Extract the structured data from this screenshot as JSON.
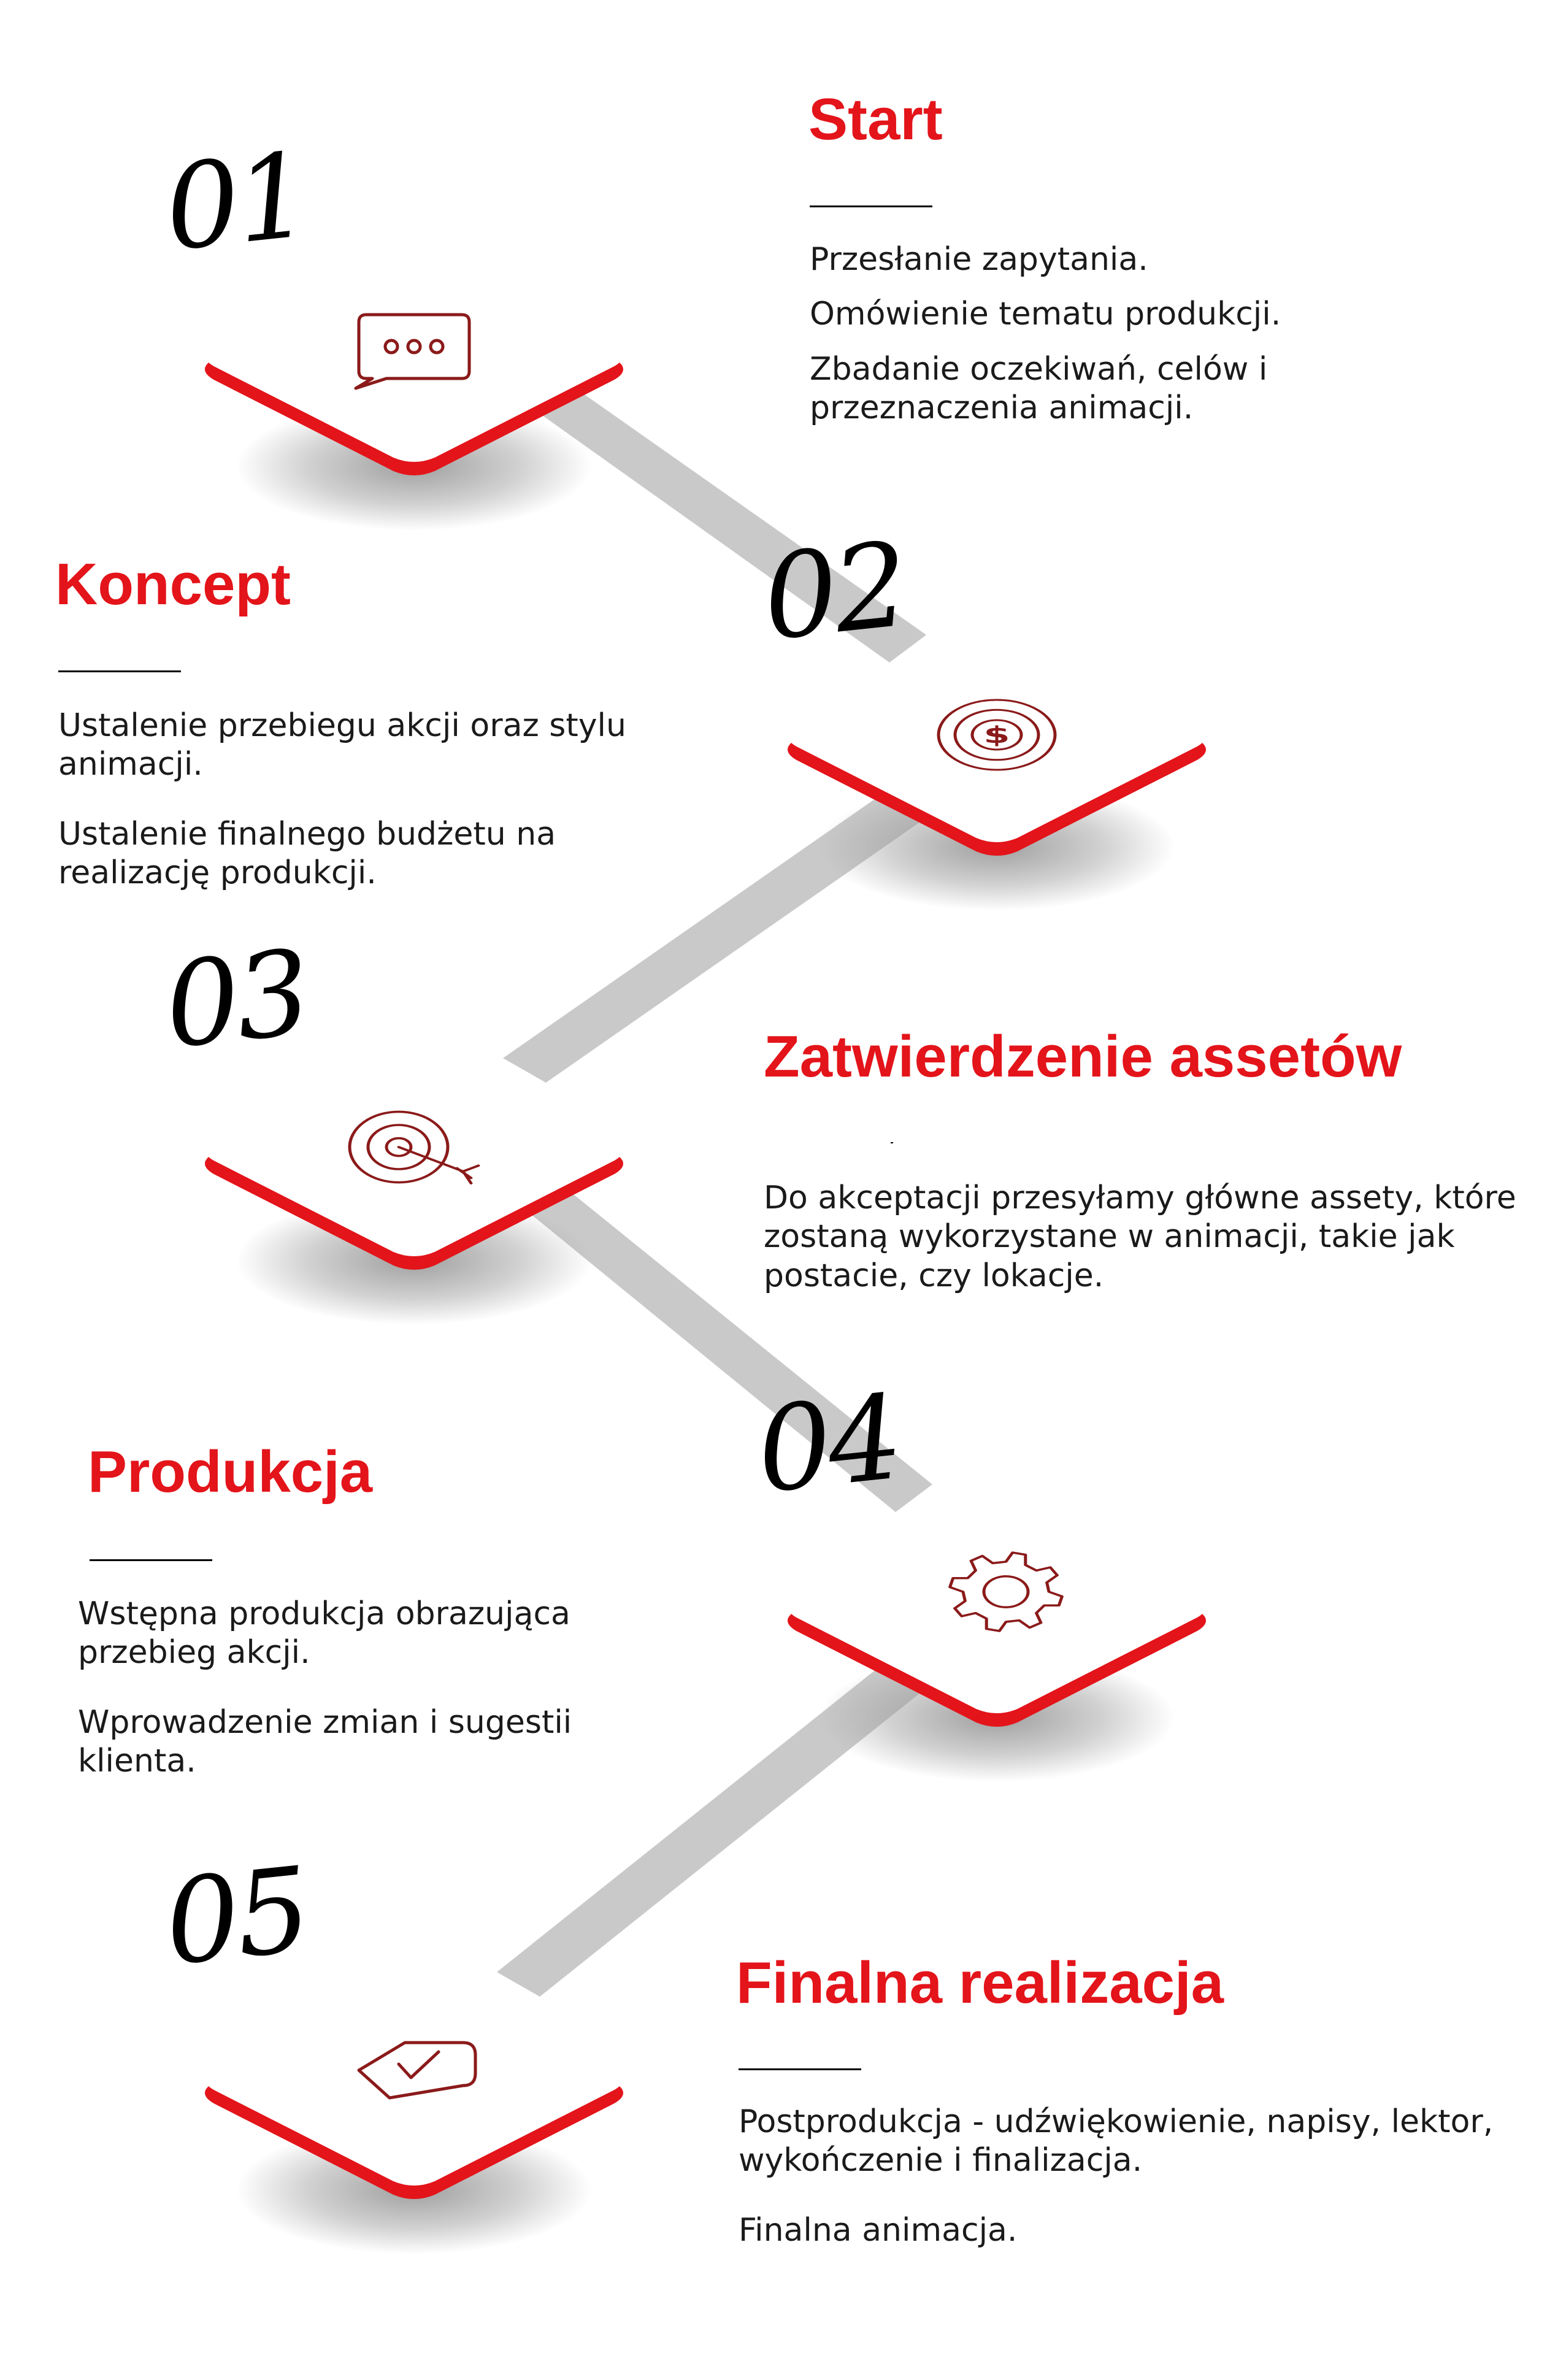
{
  "colors": {
    "accent": "#e3141a",
    "icon": "#8b1a1a",
    "connector": "#c9c9c9",
    "shadow": "#9a9a9a"
  },
  "steps": [
    {
      "number": "01",
      "title": "Start",
      "icon": "chat-bubble-icon",
      "desc": [
        "Przesłanie zapytania.",
        "Omówienie tematu produkcji.",
        "Zbadanie oczekiwań, celów i przeznaczenia animacji."
      ]
    },
    {
      "number": "02",
      "title": "Koncept",
      "icon": "dollar-coin-icon",
      "desc": [
        "Ustalenie przebiegu akcji oraz stylu animacji.",
        "Ustalenie finalnego budżetu na realizację produkcji."
      ]
    },
    {
      "number": "03",
      "title": "Zatwierdzenie assetów",
      "icon": "target-arrow-icon",
      "desc": [
        "Do akceptacji przesyłamy główne assety, które zostaną wykorzystane w animacji, takie jak postacie, czy lokacje."
      ]
    },
    {
      "number": "04",
      "title": "Produkcja",
      "icon": "gear-icon",
      "desc": [
        "Wstępna produkcja obrazująca przebieg akcji.",
        "Wprowadzenie zmian i sugestii klienta."
      ]
    },
    {
      "number": "05",
      "title": "Finalna realizacja",
      "icon": "checkmark-icon",
      "desc": [
        "Postprodukcja - udźwiękowienie, napisy, lektor, wykończenie i finalizacja.",
        "Finalna animacja."
      ]
    }
  ]
}
